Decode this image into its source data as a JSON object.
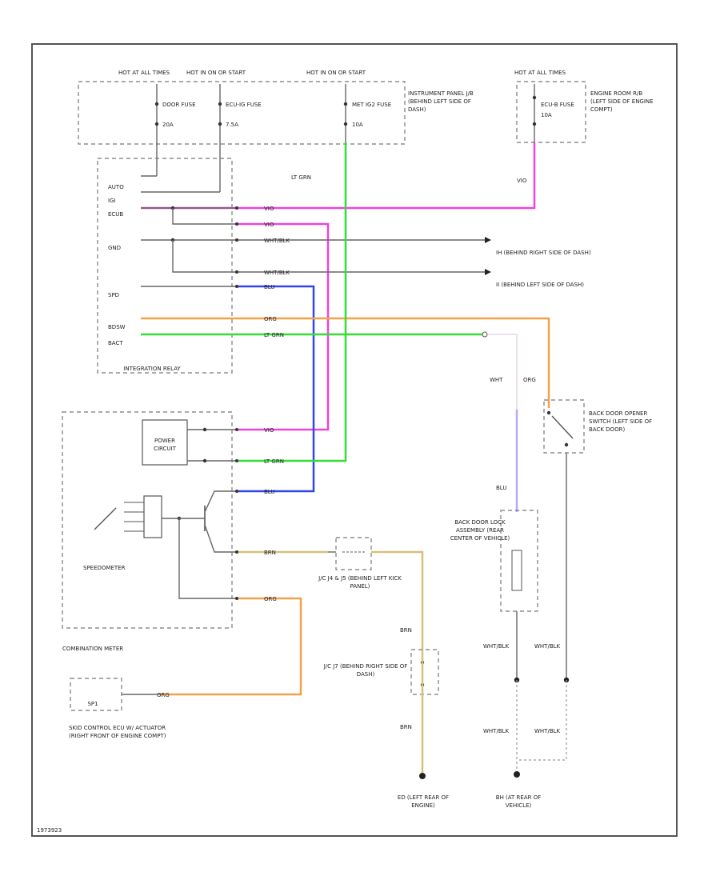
{
  "colors": {
    "pink": "#ee44dd",
    "green": "#33dd33",
    "blue": "#3344ee",
    "orange": "#f4a24a",
    "tan": "#d8c07a",
    "gray": "#777777",
    "lavender": "#b9a9f2"
  },
  "fuses": {
    "tail": {
      "hot": "HOT AT ALL TIMES",
      "name": "DOOR FUSE",
      "amp": "20A"
    },
    "ecu_ig": {
      "hot": "HOT IN ON OR START",
      "name": "ECU-IG FUSE",
      "amp": "7.5A"
    },
    "met_ig2": {
      "hot": "HOT IN ON OR START",
      "name": "MET IG2 FUSE",
      "amp": "10A"
    },
    "ecu_b": {
      "hot": "HOT AT ALL TIMES",
      "name": "ECU-B FUSE",
      "amp": "10A"
    },
    "ip_jb": "INSTRUMENT PANEL J/B (BEHIND LEFT SIDE OF DASH)",
    "engine_rb": "ENGINE ROOM R/B (LEFT SIDE OF ENGINE COMPT)"
  },
  "relay": {
    "title": "INTEGRATION RELAY",
    "pins": [
      "AUTO",
      "IGI",
      "ECUB",
      "GND",
      "SPD",
      "BDSW",
      "BACT"
    ]
  },
  "combo": {
    "title": "COMBINATION METER",
    "power": "POWER CIRCUIT",
    "speedometer": "SPEEDOMETER"
  },
  "wires": {
    "vio": "VIO",
    "ltgrn": "LT GRN",
    "wht_blk": "WHT/BLK",
    "blu": "BLU",
    "org": "ORG",
    "brn": "BRN",
    "wht": "WHT"
  },
  "grounds": {
    "ih": "IH (BEHIND RIGHT SIDE OF DASH)",
    "ii": "II (BEHIND LEFT SIDE OF DASH)",
    "ed": "ED (LEFT REAR OF ENGINE)",
    "bh": "BH (AT REAR OF VEHICLE)"
  },
  "components": {
    "opener": "BACK DOOR OPENER SWITCH (LEFT SIDE OF BACK DOOR)",
    "lock": "BACK DOOR LOCK ASSEMBLY (REAR CENTER OF VEHICLE)",
    "jc_cowl": "J/C J4 & J5 (BEHIND LEFT KICK PANEL)",
    "jc_dash": "J/C J7 (BEHIND RIGHT SIDE OF DASH)",
    "throttle": "SKID CONTROL ECU W/ ACTUATOR (RIGHT FRONT OF ENGINE COMPT)",
    "spd_conn": "SP1"
  },
  "footer": "1973923"
}
